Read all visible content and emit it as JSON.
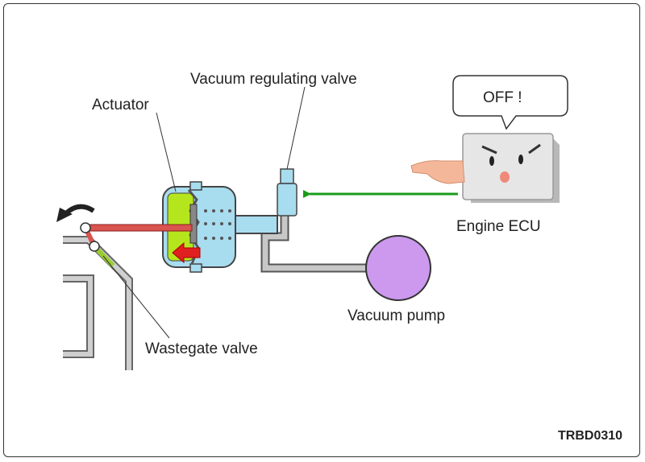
{
  "labels": {
    "vacuum_regulating_valve": "Vacuum regulating valve",
    "actuator": "Actuator",
    "engine_ecu": "Engine ECU",
    "vacuum_pump": "Vacuum pump",
    "wastegate_valve": "Wastegate valve",
    "speech": "OFF !",
    "figure_code": "TRBD0310"
  },
  "colors": {
    "actuator_body": "#a8dcef",
    "diaphragm_chamber": "#b5e61d",
    "rod": "#d9534f",
    "signal_arrow": "#1a9c1a",
    "vacuum_pump": "#cc99ee",
    "pipe": "#c8c8c8",
    "ecu": "#e6e6e6",
    "finger": "#f5b79a"
  }
}
